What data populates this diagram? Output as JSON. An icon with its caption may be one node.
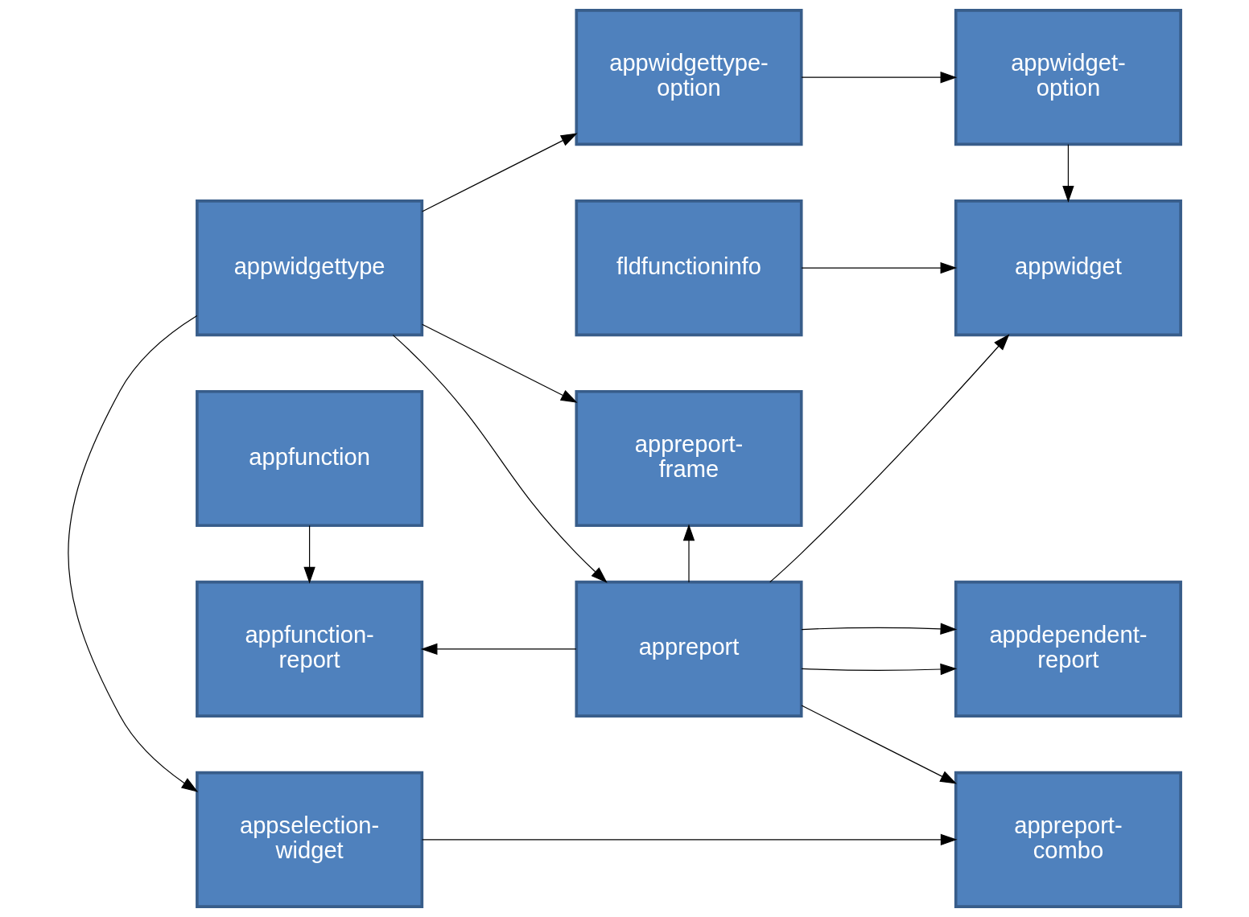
{
  "diagram": {
    "nodes": [
      {
        "text": [
          "appwidgettype"
        ]
      },
      {
        "text": [
          "appwidgettype-option"
        ]
      },
      {
        "text": [
          "appwidget-option"
        ]
      },
      {
        "text": [
          "appselection-widget"
        ]
      },
      {
        "text": [
          "fldfunctioninfo"
        ]
      },
      {
        "text": [
          "appwidget"
        ]
      },
      {
        "text": [
          "appfunction"
        ]
      },
      {
        "text": [
          "appreport"
        ]
      },
      {
        "text": [
          "appreport-combo"
        ]
      },
      {
        "text": [
          "appfunction-report"
        ]
      },
      {
        "text": [
          "appreport-frame"
        ]
      },
      {
        "text": [
          "appdependent-report"
        ]
      }
    ],
    "edges": [
      {
        "from": 0,
        "to": 1,
        "arrow": "to"
      },
      {
        "from": 1,
        "to": 2,
        "arrow": "to"
      },
      {
        "from": 0,
        "to": 3,
        "arrow": "to"
      },
      {
        "from": 2,
        "to": 5,
        "arrow": "to"
      },
      {
        "from": 0,
        "to": 7,
        "arrow": "to"
      },
      {
        "from": 0,
        "to": 10,
        "arrow": "to"
      },
      {
        "from": 3,
        "to": 8,
        "arrow": "to"
      },
      {
        "from": 4,
        "to": 5,
        "arrow": "to"
      },
      {
        "from": 7,
        "to": 5,
        "arrow": "to"
      },
      {
        "from": 7,
        "to": 8,
        "arrow": "to"
      },
      {
        "from": 7,
        "to": 9,
        "arrow": "to"
      },
      {
        "from": 7,
        "to": 10,
        "arrow": "to"
      },
      {
        "from": 7,
        "to": 11,
        "arrow": "to"
      },
      {
        "from": 7,
        "to": 11,
        "arrow": "to"
      },
      {
        "from": 6,
        "to": 9,
        "arrow": "to"
      }
    ]
  }
}
